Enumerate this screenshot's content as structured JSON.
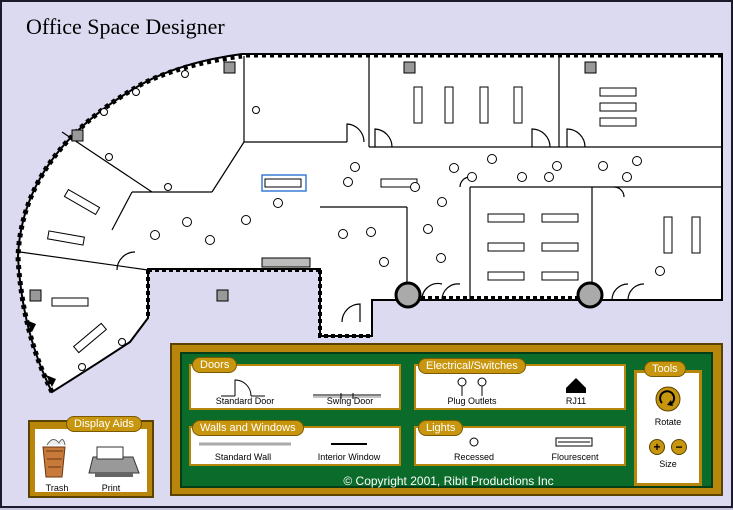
{
  "app": {
    "title": "Office Space Designer"
  },
  "palette": {
    "doors": {
      "heading": "Doors",
      "standard_door": "Standard Door",
      "swing_door": "Swing Door"
    },
    "walls_windows": {
      "heading": "Walls and Windows",
      "standard_wall": "Standard Wall",
      "interior_window": "Interior Window"
    },
    "electrical": {
      "heading": "Electrical/Switches",
      "plug_outlets": "Plug Outlets",
      "rj11": "RJ11"
    },
    "lights": {
      "heading": "Lights",
      "recessed": "Recessed",
      "flourescent": "Flourescent"
    },
    "tools": {
      "heading": "Tools",
      "rotate": "Rotate",
      "size": "Size",
      "plus": "+",
      "minus": "−"
    },
    "copyright": "© Copyright 2001, Ribit Productions Inc"
  },
  "display_aids": {
    "heading": "Display Aids",
    "trash": "Trash",
    "print": "Print"
  },
  "colors": {
    "panel_gold": "#b8860b",
    "panel_green": "#0b6b2a",
    "background": "#dcdaf0"
  }
}
